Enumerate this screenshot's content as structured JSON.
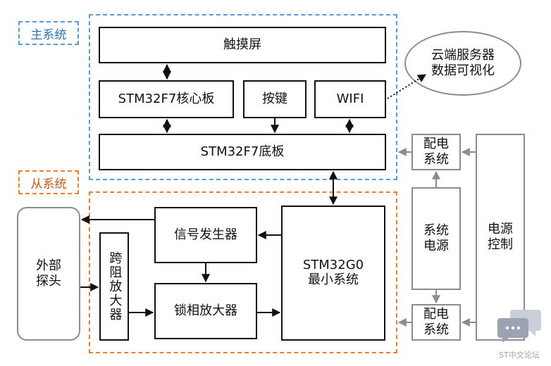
{
  "colors": {
    "main_group": "#5b9bd5",
    "sub_group": "#ed7d31",
    "gray": "#8c8c8c",
    "line": "#111111"
  },
  "groups": {
    "main": "主系统",
    "sub": "从系统"
  },
  "blocks": {
    "touchscreen": "触摸屏",
    "core_board": "STM32F7核心板",
    "keys": "按键",
    "wifi": "WIFI",
    "base_board": "STM32F7底板",
    "cloud": "云端服务器\n数据可视化",
    "signal_gen": "信号发生器",
    "tia": "跨阻放大器",
    "lockin": "锁相放大器",
    "mcu_g0": "STM32G0\n最小系统",
    "probe": "外部\n探头",
    "power_dist_top": "配电\n系统",
    "system_power": "系统\n电源",
    "power_dist_bottom": "配电\n系统",
    "power_control": "电源\n控制"
  },
  "watermark": {
    "icon": "chat-bubbles-icon",
    "text": "ST中文论坛"
  }
}
